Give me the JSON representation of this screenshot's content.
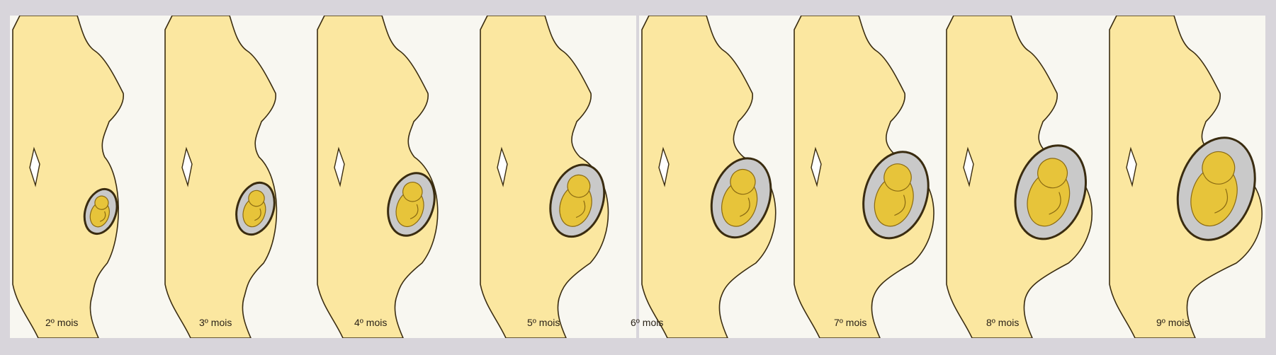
{
  "colors": {
    "body": "#fbe7a0",
    "outline": "#3a2c10",
    "fluid": "#c9c9c9",
    "fetus": "#e7c43a",
    "background": "#f8f7f1"
  },
  "stages": [
    {
      "label": "2º mois",
      "size": 0.2
    },
    {
      "label": "3º mois",
      "size": 0.3
    },
    {
      "label": "4º mois",
      "size": 0.45
    },
    {
      "label": "5º mois",
      "size": 0.58
    },
    {
      "label": "6º mois",
      "size": 0.68
    },
    {
      "label": "7º mois",
      "size": 0.78
    },
    {
      "label": "8º mois",
      "size": 0.88
    },
    {
      "label": "9º mois",
      "size": 1.0
    }
  ]
}
